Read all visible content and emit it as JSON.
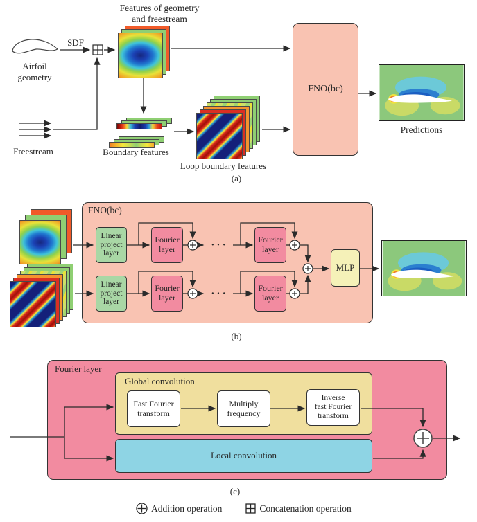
{
  "colors": {
    "salmon": "#f9c3b2",
    "pink": "#f28ba0",
    "box_green": "#a9d7a5",
    "box_yellow": "#f5f1b8",
    "box_sand": "#f0df9e",
    "box_cyan": "#8ed4e4",
    "layer_green": "#8fcf73",
    "layer_flame": "#f15a29",
    "layer_red": "#da2f23",
    "layer_orange": "#f5932e",
    "pred_green": "#8cc87c",
    "wire": "#2b2b2b",
    "border": "#333333",
    "text": "#262626"
  },
  "icons": {
    "addition_node": "circle-plus",
    "concatenation_node": "square-plus"
  },
  "section_a": {
    "features_title": "Features of geometry\nand freestream",
    "airfoil_label": "Airfoil\ngeometry",
    "sdf_label": "SDF",
    "freestream_label": "Freestream",
    "boundary_label": "Boundary features",
    "loop_label": "Loop boundary features",
    "fno_label": "FNO(bc)",
    "predictions_label": "Predictions",
    "caption": "(a)"
  },
  "section_b": {
    "fno_label": "FNO(bc)",
    "linear_label": "Linear\nproject\nlayer",
    "fourier_label": "Fourier\nlayer",
    "dots": "· · ·",
    "mlp_label": "MLP",
    "caption": "(b)"
  },
  "section_c": {
    "title": "Fourier layer",
    "global_label": "Global convolution",
    "fft_label": "Fast Fourier\ntransform",
    "multiply_label": "Multiply\nfrequency",
    "ifft_label": "Inverse\nfast Fourier\ntransform",
    "local_label": "Local convolution",
    "caption": "(c)"
  },
  "legend": {
    "addition": "Addition operation",
    "concatenation": "Concatenation operation"
  }
}
